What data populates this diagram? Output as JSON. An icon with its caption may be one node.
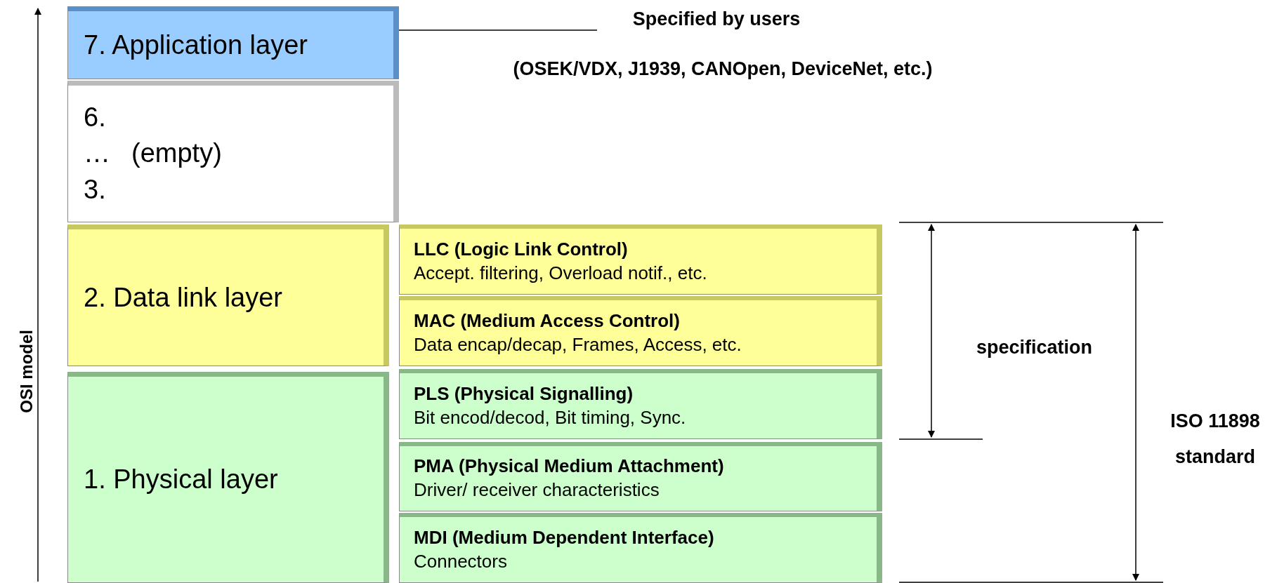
{
  "diagram": {
    "nodes": [
      {
        "text": [
          "7. Application layer"
        ]
      },
      {
        "text": [
          "6.",
          "…",
          "(empty)",
          "3."
        ]
      },
      {
        "text": [
          "2. Data link layer"
        ]
      },
      {
        "text": [
          "1. Physical layer"
        ]
      },
      {
        "text": [
          "LLC (Logic Link Control)",
          "Accept. filtering, Overload notif., etc."
        ]
      },
      {
        "text": [
          "MAC (Medium Access Control)",
          "Data encap/decap, Frames, Access, etc."
        ]
      },
      {
        "text": [
          "PLS (Physical Signalling)",
          "Bit encod/decod, Bit timing, Sync."
        ]
      },
      {
        "text": [
          "PMA (Physical Medium Attachment)",
          "Driver/ receiver characteristics"
        ]
      },
      {
        "text": [
          "MDI (Medium Dependent Interface)",
          "Connectors"
        ]
      },
      {
        "text": [
          "Specified by users"
        ]
      }
    ],
    "edges": [
      {
        "from": 0,
        "to": 9,
        "arrow": "none"
      }
    ],
    "labels": [
      "(OSEK/VDX, J1939, CANOpen, DeviceNet, etc.)",
      "specification",
      "ISO 11898 standard",
      "OSI model"
    ]
  }
}
